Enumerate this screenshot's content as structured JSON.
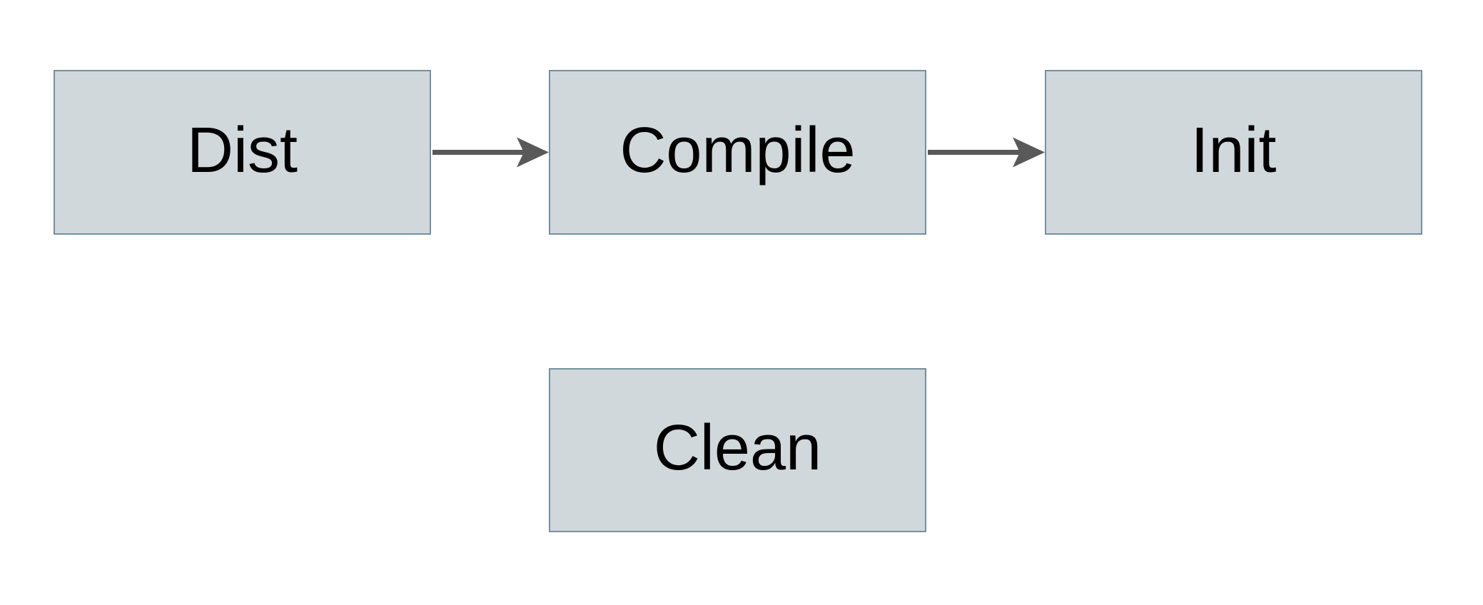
{
  "diagram": {
    "type": "flowchart",
    "background_color": "#ffffff",
    "colors": {
      "node_fill": "#d0d8db",
      "node_border": "#74909d",
      "arrow_color": "#595959",
      "text_color": "#000000"
    },
    "nodes": [
      {
        "id": "dist",
        "label": "Dist"
      },
      {
        "id": "compile",
        "label": "Compile"
      },
      {
        "id": "init",
        "label": "Init"
      },
      {
        "id": "clean",
        "label": "Clean"
      }
    ],
    "edges": [
      {
        "from": "Dist",
        "to": "Compile",
        "direction": "right"
      },
      {
        "from": "Compile",
        "to": "Init",
        "direction": "right"
      }
    ]
  }
}
